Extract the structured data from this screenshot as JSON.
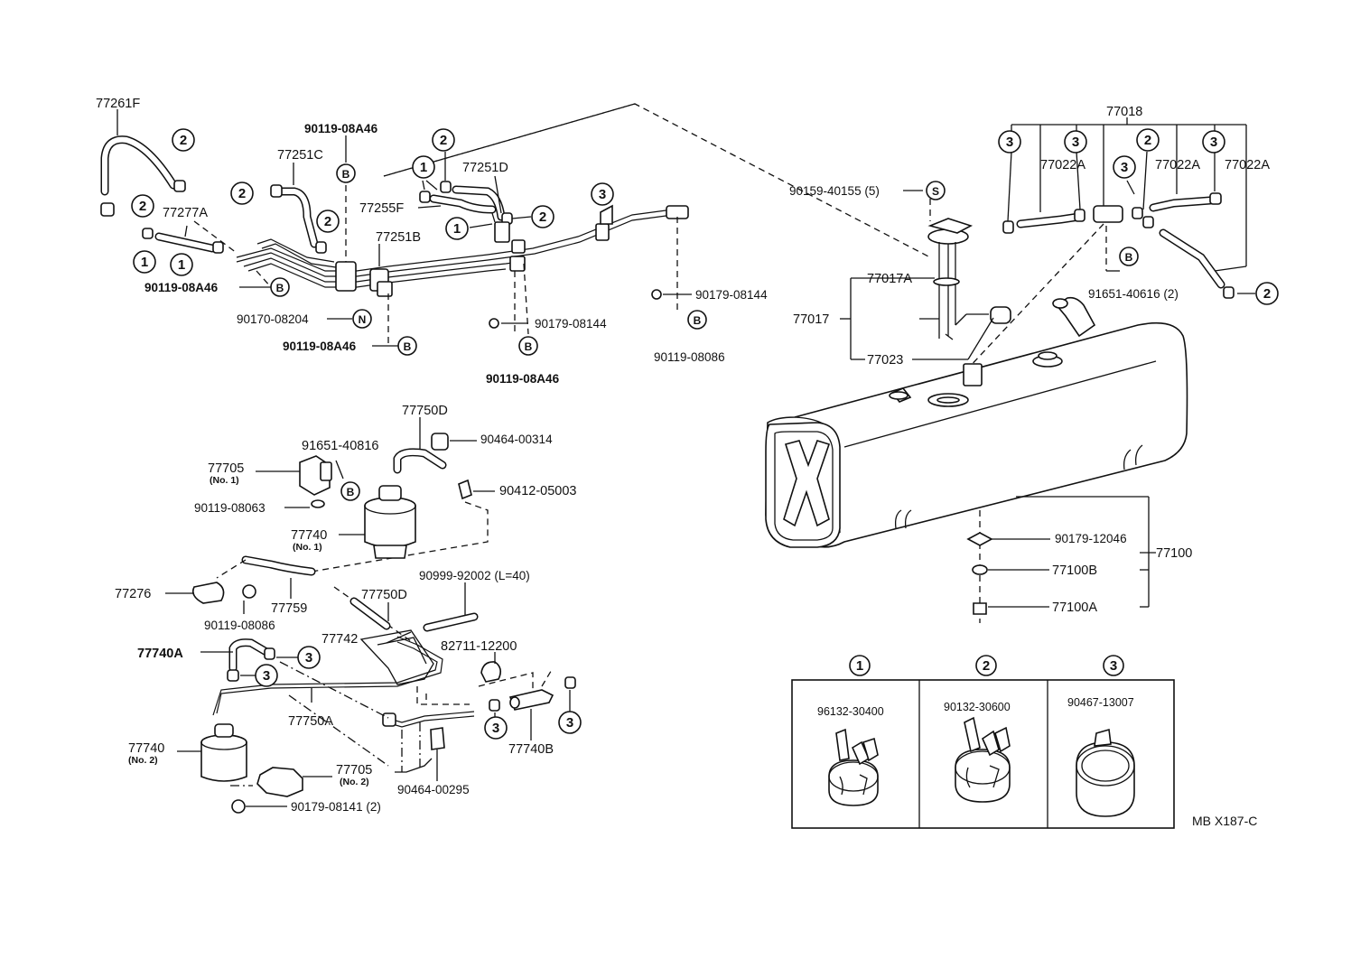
{
  "labels": {
    "l77261F": "77261F",
    "l90119_08A46_top": "90119-08A46",
    "l77251C": "77251C",
    "l77251D": "77251D",
    "l77255F": "77255F",
    "l77277A": "77277A",
    "l77251B": "77251B",
    "l90119_08A46_a": "90119-08A46",
    "l90170_08204": "90170-08204",
    "l90119_08A46_b": "90119-08A46",
    "l90179_08144_a": "90179-08144",
    "l90119_08A46_c": "90119-08A46",
    "l90179_08144_b": "90179-08144",
    "l90119_08086_a": "90119-08086",
    "l90159_40155": "90159-40155 (5)",
    "l77017A": "77017A",
    "l77017": "77017",
    "l77023": "77023",
    "l77018": "77018",
    "l77022A_a": "77022A",
    "l77022A_b": "77022A",
    "l77022A_c": "77022A",
    "l91651_40616": "91651-40616 (2)",
    "l77750D_top": "77750D",
    "l90464_00314": "90464-00314",
    "l91651_40816": "91651-40816",
    "l77705_no1": "77705",
    "l77705_no1_sub": "(No. 1)",
    "l90412_05003": "90412-05003",
    "l90119_08063": "90119-08063",
    "l77740_no1": "77740",
    "l77740_no1_sub": "(No. 1)",
    "l77276": "77276",
    "l77759": "77759",
    "l90119_08086_b": "90119-08086",
    "l90999_92002": "90999-92002 (L=40)",
    "l77750D_mid": "77750D",
    "l77742": "77742",
    "l82711_12200": "82711-12200",
    "l77740A": "77740A",
    "l77750A": "77750A",
    "l77740_no2": "77740",
    "l77740_no2_sub": "(No. 2)",
    "l77705_no2": "77705",
    "l77705_no2_sub": "(No. 2)",
    "l90464_00295": "90464-00295",
    "l90179_08141": "90179-08141 (2)",
    "l77740B": "77740B",
    "l90179_12046": "90179-12046",
    "l77100": "77100",
    "l77100B": "77100B",
    "l77100A": "77100A",
    "l96132_30400": "96132-30400",
    "l90132_30600": "90132-30600",
    "l90467_13007": "90467-13007",
    "footer_code": "MB  X187-C"
  },
  "markers": {
    "one": "1",
    "two": "2",
    "three": "3",
    "B": "B",
    "N": "N",
    "S": "S"
  }
}
